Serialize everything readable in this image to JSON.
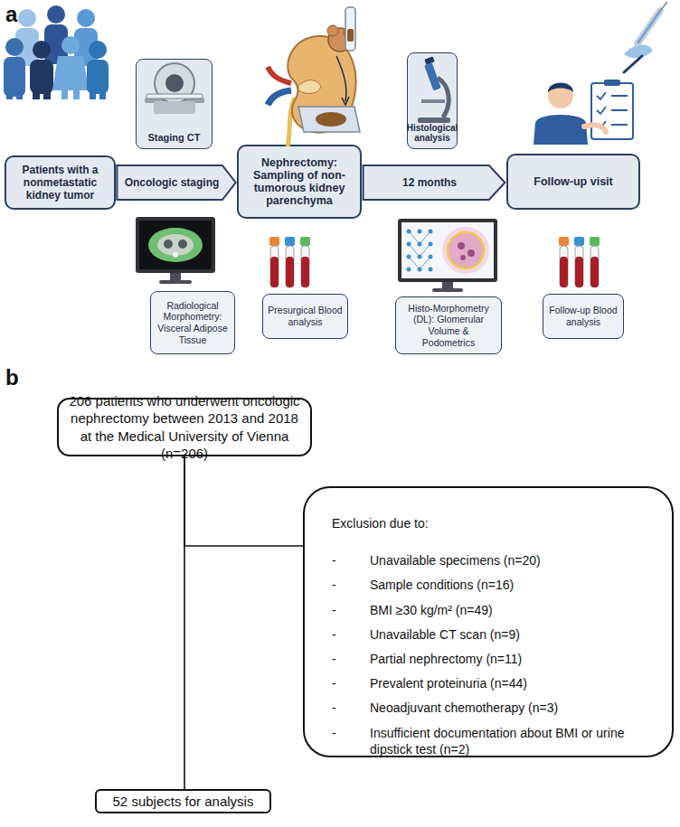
{
  "diagram": {
    "nodes": [
      {
        "text": [
          "Patients with a nonmetastatic kidney tumor"
        ]
      },
      {
        "text": [
          "Staging CT"
        ]
      },
      {
        "text": [
          "Oncologic staging"
        ]
      },
      {
        "text": [
          "Radiological Morphometry: Visceral Adipose Tissue"
        ]
      },
      {
        "text": [
          "Nephrectomy: Sampling of non-tumorous kidney parenchyma"
        ]
      },
      {
        "text": [
          "Presurgical Blood analysis"
        ]
      },
      {
        "text": [
          "Histological analysis"
        ]
      },
      {
        "text": [
          "12 months"
        ]
      },
      {
        "text": [
          "Histo-Morphometry (DL): Glomerular Volume & Podometrics"
        ]
      },
      {
        "text": [
          "Follow-up visit"
        ]
      },
      {
        "text": [
          "Follow-up Blood analysis"
        ]
      },
      {
        "text": [
          "206 patients who underwent oncologic nephrectomy between 2013 and 2018 at the Medical University of Vienna (n=206)"
        ]
      },
      {
        "text": [
          "Exclusion due to:",
          "-",
          "Unavailable specimens (n=20)",
          "-",
          "Sample conditions (n=16)",
          "-",
          "BMI ≥30 kg/m² (n=49)",
          "-",
          "Unavailable CT scan (n=9)",
          "-",
          "Partial nephrectomy (n=11)",
          "-",
          "Prevalent proteinuria (n=44)",
          "-",
          "Neoadjuvant chemotherapy (n=3)",
          "-",
          "Insufficient documentation about BMI or urine dipstick test (n=2)"
        ]
      },
      {
        "text": [
          "52 subjects for analysis"
        ]
      }
    ],
    "edges": [
      {
        "from": 11,
        "to": 12,
        "arrow": "none"
      },
      {
        "from": 11,
        "to": 13,
        "arrow": "none"
      }
    ],
    "labels": [
      "a",
      "b"
    ]
  }
}
